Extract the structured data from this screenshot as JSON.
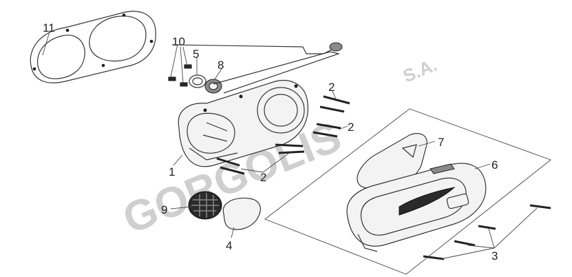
{
  "watermark": {
    "brand": "GORGOLIS",
    "suffix": "S.A."
  },
  "callouts": [
    {
      "id": "c11",
      "label": "11"
    },
    {
      "id": "c10",
      "label": "10"
    },
    {
      "id": "c5",
      "label": "5"
    },
    {
      "id": "c8",
      "label": "8"
    },
    {
      "id": "c2a",
      "label": "2"
    },
    {
      "id": "c2b",
      "label": "2"
    },
    {
      "id": "c2c",
      "label": "2"
    },
    {
      "id": "c1",
      "label": "1"
    },
    {
      "id": "c7",
      "label": "7"
    },
    {
      "id": "c6",
      "label": "6"
    },
    {
      "id": "c9",
      "label": "9"
    },
    {
      "id": "c4",
      "label": "4"
    },
    {
      "id": "c3",
      "label": "3"
    }
  ],
  "colors": {
    "line": "#333333",
    "watermark": "#cfcfcf",
    "fill_dark": "#2a2a2a"
  }
}
